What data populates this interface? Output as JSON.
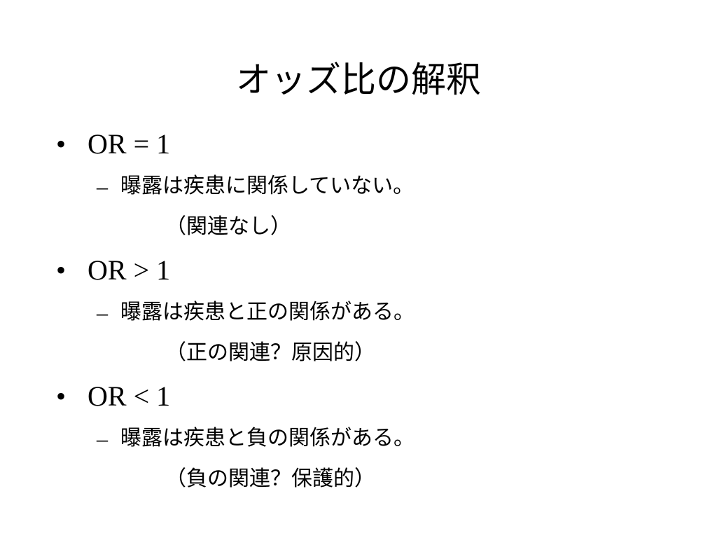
{
  "slide": {
    "title": "オッズ比の解釈",
    "items": [
      {
        "bullet": "•",
        "text": "OR = 1",
        "sub_dash": "–",
        "sub_text": "曝露は疾患に関係していない。",
        "note": "（関連なし）"
      },
      {
        "bullet": "•",
        "text": "OR > 1",
        "sub_dash": "–",
        "sub_text": "曝露は疾患と正の関係がある。",
        "note": "（正の関連？原因的）"
      },
      {
        "bullet": "•",
        "text": "OR < 1",
        "sub_dash": "–",
        "sub_text": "曝露は疾患と負の関係がある。",
        "note": "（負の関連？保護的）"
      }
    ]
  }
}
